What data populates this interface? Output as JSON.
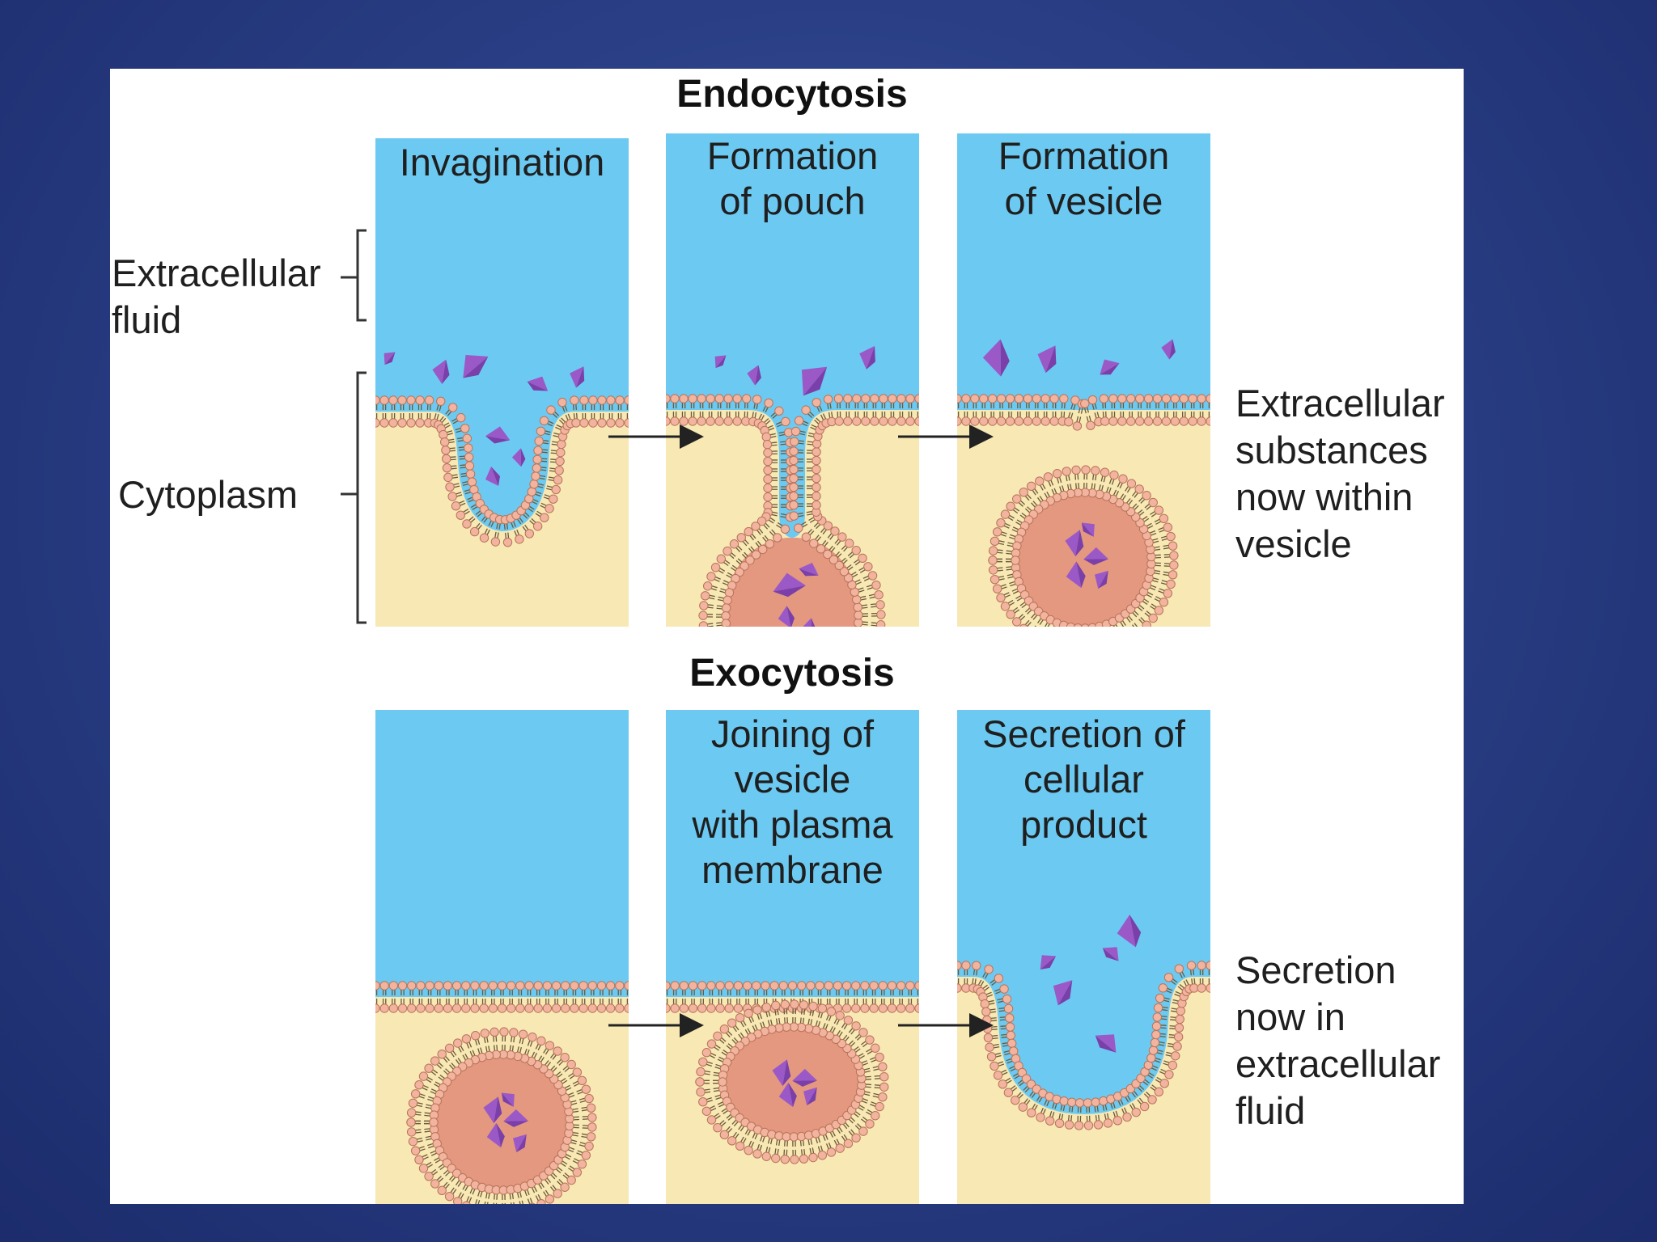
{
  "sections": {
    "endocytosis": {
      "title": "Endocytosis",
      "steps": [
        {
          "label": "Invagination"
        },
        {
          "label": "Formation\nof pouch"
        },
        {
          "label": "Formation\nof vesicle"
        }
      ],
      "result": "Extracellular\nsubstances\nnow within\nvesicle"
    },
    "exocytosis": {
      "title": "Exocytosis",
      "steps": [
        {
          "label": ""
        },
        {
          "label": "Joining of\nvesicle\nwith plasma\nmembrane"
        },
        {
          "label": "Secretion of\ncellular\nproduct"
        }
      ],
      "result": "Secretion\nnow in\nextracellular\nfluid"
    }
  },
  "regions": {
    "extracellular": "Extracellular\nfluid",
    "cytoplasm": "Cytoplasm"
  },
  "colors": {
    "slide_background": "#2a3f86",
    "extracellular_fluid": "#6ccaf2",
    "cytoplasm": "#f8e8b4",
    "membrane_head": "#f2b49e",
    "membrane_head_outline": "#b8735a",
    "vesicle_content": "#e3987f",
    "particle": "#9b59c7"
  }
}
